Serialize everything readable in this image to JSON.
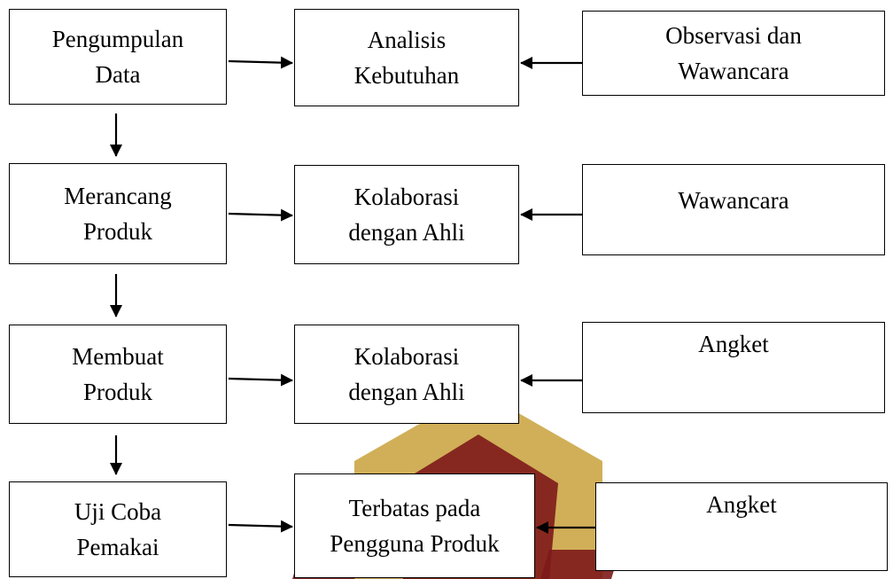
{
  "colors": {
    "line": "#000000",
    "box_background": "#ffffff",
    "watermark_gold": "#c9a13b",
    "watermark_maroon": "#7d1a1a"
  },
  "rows": [
    {
      "step": "Pengumpulan\nData",
      "activity": "Analisis\nKebutuhan",
      "method": "Observasi dan\nWawancara"
    },
    {
      "step": "Merancang\nProduk",
      "activity": "Kolaborasi\ndengan Ahli",
      "method": "Wawancara"
    },
    {
      "step": "Membuat\nProduk",
      "activity": "Kolaborasi\ndengan Ahli",
      "method": "Angket"
    },
    {
      "step": "Uji Coba\nPemakai",
      "activity": "Terbatas pada\nPengguna Produk",
      "method": "Angket"
    }
  ]
}
